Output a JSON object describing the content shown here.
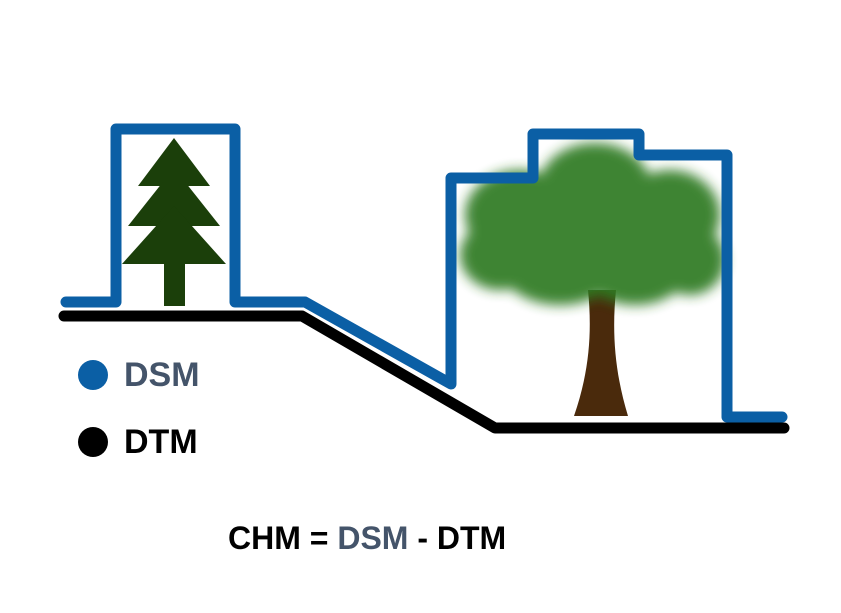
{
  "colors": {
    "dsm": "#0b5fa5",
    "dtm": "#000000",
    "dsm_text": "#44546a",
    "formula_text": "#000000",
    "conifer": "#1b3f0a",
    "canopy": "#2f7a22",
    "trunk": "#4a2a0c"
  },
  "legend": {
    "dsm": {
      "label": "DSM",
      "icon": "blue-dot-icon"
    },
    "dtm": {
      "label": "DTM",
      "icon": "black-dot-icon"
    }
  },
  "formula": {
    "lhs": "CHM",
    "equals": " = ",
    "dsm": "DSM",
    "minus": " - ",
    "dtm": "DTM"
  },
  "icons": {
    "conifer": "conifer-tree-icon",
    "deciduous": "deciduous-tree-icon"
  }
}
